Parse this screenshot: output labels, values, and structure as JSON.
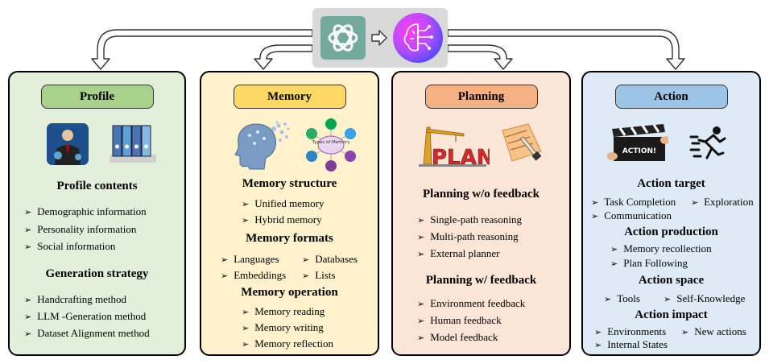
{
  "center": {
    "logo_left": "chatgpt-logo",
    "logo_right": "ai-brain-icon"
  },
  "panels": {
    "profile": {
      "title": "Profile",
      "sections": [
        {
          "title": "Profile contents",
          "items": [
            "Demographic information",
            "Personality information",
            "Social information"
          ]
        },
        {
          "title": "Generation strategy",
          "items": [
            "Handcrafting method",
            "LLM -Generation method",
            "Dataset Alignment method"
          ]
        }
      ]
    },
    "memory": {
      "title": "Memory",
      "illustration_label": "Types of Memory",
      "sections": [
        {
          "title": "Memory structure",
          "items": [
            "Unified memory",
            "Hybrid memory"
          ]
        },
        {
          "title": "Memory formats",
          "items": [
            "Languages",
            "Databases",
            "Embeddings",
            "Lists"
          ]
        },
        {
          "title": "Memory operation",
          "items": [
            "Memory reading",
            "Memory writing",
            "Memory reflection"
          ]
        }
      ]
    },
    "planning": {
      "title": "Planning",
      "illustration_label": "PLAN",
      "sections": [
        {
          "title": "Planning w/o feedback",
          "items": [
            "Single-path reasoning",
            "Multi-path reasoning",
            "External planner"
          ]
        },
        {
          "title": "Planning w/ feedback",
          "items": [
            "Environment feedback",
            "Human feedback",
            "Model feedback"
          ]
        }
      ]
    },
    "action": {
      "title": "Action",
      "illustration_label": "ACTION!",
      "sections": [
        {
          "title": "Action target",
          "items": [
            "Task Completion",
            "Exploration",
            "Communication"
          ]
        },
        {
          "title": "Action production",
          "items": [
            "Memory recollection",
            "Plan Following"
          ]
        },
        {
          "title": "Action space",
          "items": [
            "Tools",
            "Self-Knowledge"
          ]
        },
        {
          "title": "Action impact",
          "items": [
            "Environments",
            "New actions",
            "Internal States"
          ]
        }
      ]
    }
  }
}
